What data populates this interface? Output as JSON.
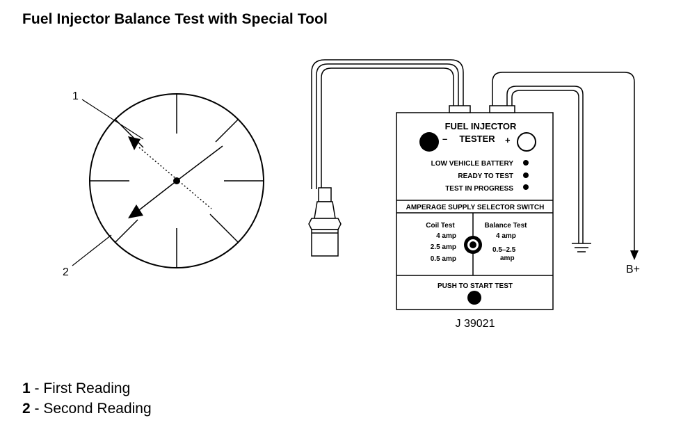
{
  "title": "Fuel Injector Balance Test with Special Tool",
  "gauge": {
    "callout_1": "1",
    "callout_2": "2"
  },
  "tester": {
    "name_line1": "FUEL INJECTOR",
    "name_line2": "TESTER",
    "minus": "–",
    "plus": "+",
    "indicators": [
      "LOW VEHICLE BATTERY",
      "READY TO TEST",
      "TEST IN PROGRESS"
    ],
    "selector_header": "AMPERAGE SUPPLY SELECTOR SWITCH",
    "coil_test": {
      "label": "Coil Test",
      "options": [
        "4 amp",
        "2.5 amp",
        "0.5 amp"
      ]
    },
    "balance_test": {
      "label": "Balance Test",
      "options": [
        "4 amp",
        "0.5–2.5",
        "amp"
      ]
    },
    "push_label": "PUSH TO START TEST",
    "part_number": "J 39021"
  },
  "b_plus": "B+",
  "legend": [
    {
      "num": "1",
      "sep": " - ",
      "text": "First Reading"
    },
    {
      "num": "2",
      "sep": " - ",
      "text": "Second Reading"
    }
  ]
}
